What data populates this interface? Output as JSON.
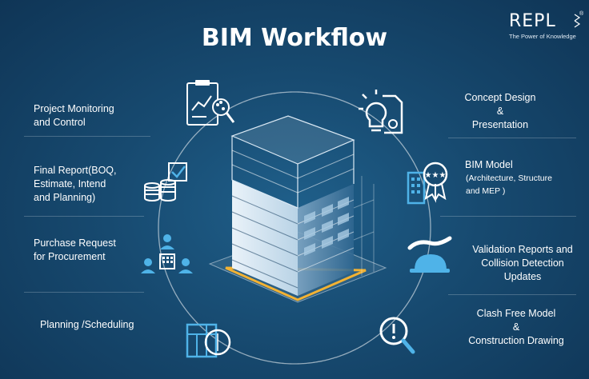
{
  "title": "BIM Workflow",
  "logo": {
    "word": "REPL",
    "tagline": "The Power of Knowledge",
    "registered": "®"
  },
  "left_steps": [
    {
      "label": "Project Monitoring\nand Control",
      "icon": "report-chart-icon"
    },
    {
      "label": "Final Report(BOQ,\nEstimate, Intend\nand Planning)",
      "icon": "coins-checklist-icon"
    },
    {
      "label": "Purchase Request\nfor Procurement",
      "icon": "procurement-people-icon"
    },
    {
      "label": "Planning /Scheduling",
      "icon": "schedule-plan-icon"
    }
  ],
  "right_steps": [
    {
      "label": "Concept Design\n&\nPresentation",
      "icon": "idea-document-icon"
    },
    {
      "title": "BIM Model",
      "detail": "(Architecture, Structure\nand MEP )",
      "icon": "certified-building-icon"
    },
    {
      "label": "Validation Reports and\nCollision Detection\nUpdates",
      "icon": "hardhat-hand-icon"
    },
    {
      "label": "Clash Free Model\n&\nConstruction Drawing",
      "icon": "magnify-alert-icon"
    }
  ],
  "colors": {
    "background": "#174a70",
    "text": "#ffffff",
    "accent_gold": "#f2b233"
  }
}
